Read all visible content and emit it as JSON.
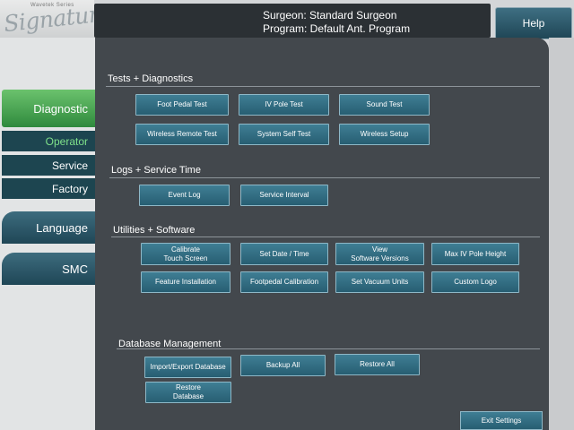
{
  "logo": {
    "small_text": "Wavetek Series",
    "title": "Signature"
  },
  "header": {
    "surgeon": "Surgeon: Standard Surgeon",
    "program": "Program: Default Ant. Program",
    "help_label": "Help"
  },
  "sidebar": {
    "items": [
      {
        "label": "Diagnostic"
      },
      {
        "label": "Operator"
      },
      {
        "label": "Service"
      },
      {
        "label": "Factory"
      },
      {
        "label": "Language"
      },
      {
        "label": "SMC"
      }
    ]
  },
  "sections": {
    "tests": {
      "title": "Tests + Diagnostics",
      "buttons": [
        "Foot Pedal Test",
        "IV Pole Test",
        "Sound Test",
        "Wireless Remote Test",
        "System Self Test",
        "Wireless Setup"
      ]
    },
    "logs": {
      "title": "Logs + Service Time",
      "buttons": [
        "Event Log",
        "Service Interval"
      ]
    },
    "utilities": {
      "title": "Utilities + Software",
      "buttons": [
        "Calibrate\nTouch Screen",
        "Set Date / Time",
        "View\nSoftware Versions",
        "Max IV Pole Height",
        "Feature Installation",
        "Footpedal Calibration",
        "Set Vacuum Units",
        "Custom Logo"
      ]
    },
    "database": {
      "title": "Database Management",
      "buttons": [
        "Import/Export Database",
        "Backup All",
        "Restore All",
        "Restore\nDatabase"
      ]
    }
  },
  "footer": {
    "exit_label": "Exit Settings"
  }
}
